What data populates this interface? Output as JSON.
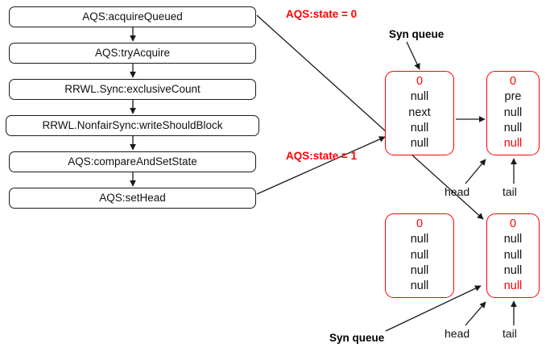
{
  "diagram": {
    "title": "AQS write-lock acquire flow with Sync queue node states",
    "accent_red": "#ff0000",
    "line_color": "#1a1a1a"
  },
  "flow": {
    "steps": [
      {
        "label": "AQS:acquireQueued"
      },
      {
        "label": "AQS:tryAcquire"
      },
      {
        "label": "RRWL.Sync:exclusiveCount"
      },
      {
        "label": "RRWL.NonfairSync:writeShouldBlock"
      },
      {
        "label": "AQS:compareAndSetState"
      },
      {
        "label": "AQS:setHead"
      }
    ]
  },
  "annotations": {
    "state_zero": "AQS:state = 0",
    "state_one": "AQS:state = 1",
    "syn_queue_top": "Syn queue",
    "syn_queue_bottom": "Syn queue",
    "head_top": "head",
    "tail_top": "tail",
    "head_bottom": "head",
    "tail_bottom": "tail"
  },
  "queues": {
    "top": {
      "nodes": [
        {
          "name": "top-head-node",
          "cells": [
            {
              "text": "0",
              "color": "red"
            },
            {
              "text": "null",
              "color": "black"
            },
            {
              "text": "next",
              "color": "black"
            },
            {
              "text": "null",
              "color": "black"
            },
            {
              "text": "null",
              "color": "black"
            }
          ]
        },
        {
          "name": "top-tail-node",
          "cells": [
            {
              "text": "0",
              "color": "red"
            },
            {
              "text": "pre",
              "color": "black"
            },
            {
              "text": "null",
              "color": "black"
            },
            {
              "text": "null",
              "color": "black"
            },
            {
              "text": "null",
              "color": "red"
            }
          ]
        }
      ]
    },
    "bottom": {
      "nodes": [
        {
          "name": "bottom-left-node",
          "cells": [
            {
              "text": "0",
              "color": "red"
            },
            {
              "text": "null",
              "color": "black"
            },
            {
              "text": "null",
              "color": "black"
            },
            {
              "text": "null",
              "color": "black"
            },
            {
              "text": "null",
              "color": "black"
            }
          ]
        },
        {
          "name": "bottom-right-node",
          "cells": [
            {
              "text": "0",
              "color": "red"
            },
            {
              "text": "null",
              "color": "black"
            },
            {
              "text": "null",
              "color": "black"
            },
            {
              "text": "null",
              "color": "black"
            },
            {
              "text": "null",
              "color": "red"
            }
          ]
        }
      ]
    }
  }
}
